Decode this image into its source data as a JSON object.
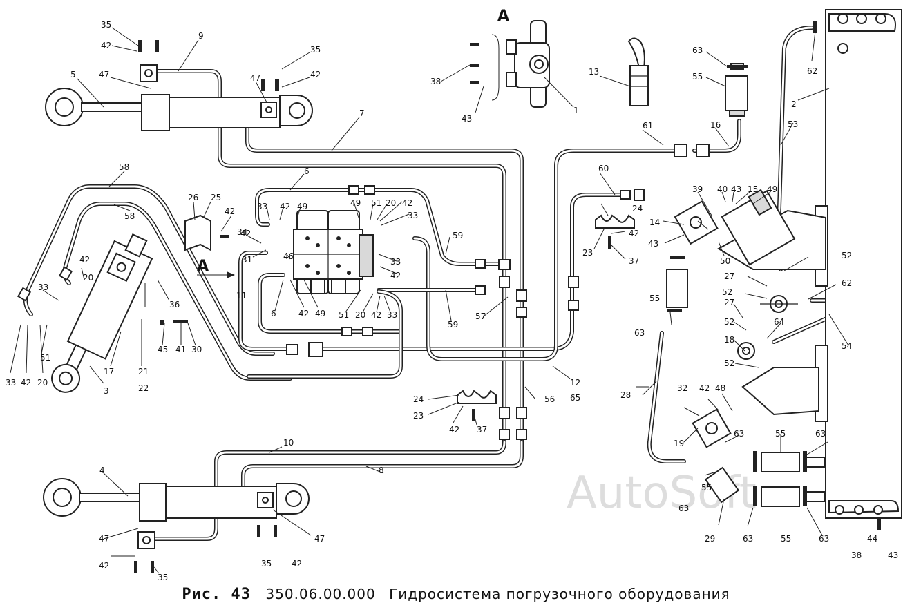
{
  "caption": {
    "figure_label": "Рис. 43",
    "drawing_number": "350.06.00.000",
    "title": "Гидросистема погрузочного оборудования"
  },
  "watermark": "AutoSoft",
  "view_markers": [
    {
      "id": "view-a-top",
      "text": "A"
    },
    {
      "id": "view-a-left",
      "text": "A"
    }
  ],
  "callouts": [
    {
      "id": "c-35a",
      "text": "35"
    },
    {
      "id": "c-42a",
      "text": "42"
    },
    {
      "id": "c-9",
      "text": "9"
    },
    {
      "id": "c-5",
      "text": "5"
    },
    {
      "id": "c-47a",
      "text": "47"
    },
    {
      "id": "c-47b",
      "text": "47"
    },
    {
      "id": "c-35b",
      "text": "35"
    },
    {
      "id": "c-42b",
      "text": "42"
    },
    {
      "id": "c-7",
      "text": "7"
    },
    {
      "id": "c-38a",
      "text": "38"
    },
    {
      "id": "c-43a",
      "text": "43"
    },
    {
      "id": "c-1",
      "text": "1"
    },
    {
      "id": "c-13",
      "text": "13"
    },
    {
      "id": "c-63a",
      "text": "63"
    },
    {
      "id": "c-55a",
      "text": "55"
    },
    {
      "id": "c-62a",
      "text": "62"
    },
    {
      "id": "c-2",
      "text": "2"
    },
    {
      "id": "c-16",
      "text": "16"
    },
    {
      "id": "c-61",
      "text": "61"
    },
    {
      "id": "c-53",
      "text": "53"
    },
    {
      "id": "c-58a",
      "text": "58"
    },
    {
      "id": "c-58b",
      "text": "58"
    },
    {
      "id": "c-6a",
      "text": "6"
    },
    {
      "id": "c-26",
      "text": "26"
    },
    {
      "id": "c-25",
      "text": "25"
    },
    {
      "id": "c-42c",
      "text": "42"
    },
    {
      "id": "c-34",
      "text": "34"
    },
    {
      "id": "c-33a",
      "text": "33"
    },
    {
      "id": "c-42d",
      "text": "42"
    },
    {
      "id": "c-49a",
      "text": "49"
    },
    {
      "id": "c-49b",
      "text": "49"
    },
    {
      "id": "c-51a",
      "text": "51"
    },
    {
      "id": "c-20a",
      "text": "20"
    },
    {
      "id": "c-42e",
      "text": "42"
    },
    {
      "id": "c-33b",
      "text": "33"
    },
    {
      "id": "c-60",
      "text": "60"
    },
    {
      "id": "c-39",
      "text": "39"
    },
    {
      "id": "c-40",
      "text": "40"
    },
    {
      "id": "c-43b",
      "text": "43"
    },
    {
      "id": "c-15",
      "text": "15"
    },
    {
      "id": "c-49c",
      "text": "49"
    },
    {
      "id": "c-49d",
      "text": "49"
    },
    {
      "id": "c-42f",
      "text": "42"
    },
    {
      "id": "c-31",
      "text": "31"
    },
    {
      "id": "c-46",
      "text": "46"
    },
    {
      "id": "c-59a",
      "text": "59"
    },
    {
      "id": "c-33c",
      "text": "33"
    },
    {
      "id": "c-42g",
      "text": "42"
    },
    {
      "id": "c-24a",
      "text": "24"
    },
    {
      "id": "c-42h",
      "text": "42"
    },
    {
      "id": "c-14",
      "text": "14"
    },
    {
      "id": "c-43c",
      "text": "43"
    },
    {
      "id": "c-50",
      "text": "50"
    },
    {
      "id": "c-23a",
      "text": "23"
    },
    {
      "id": "c-37a",
      "text": "37"
    },
    {
      "id": "c-52a",
      "text": "52"
    },
    {
      "id": "c-11",
      "text": "11"
    },
    {
      "id": "c-27a",
      "text": "27"
    },
    {
      "id": "c-52b",
      "text": "52"
    },
    {
      "id": "c-62b",
      "text": "62"
    },
    {
      "id": "c-42i",
      "text": "42"
    },
    {
      "id": "c-33d",
      "text": "33"
    },
    {
      "id": "c-20b",
      "text": "20"
    },
    {
      "id": "c-36",
      "text": "36"
    },
    {
      "id": "c-6b",
      "text": "6"
    },
    {
      "id": "c-42j",
      "text": "42"
    },
    {
      "id": "c-49e",
      "text": "49"
    },
    {
      "id": "c-51b",
      "text": "51"
    },
    {
      "id": "c-20c",
      "text": "20"
    },
    {
      "id": "c-42k",
      "text": "42"
    },
    {
      "id": "c-33e",
      "text": "33"
    },
    {
      "id": "c-59b",
      "text": "59"
    },
    {
      "id": "c-57",
      "text": "57"
    },
    {
      "id": "c-55b",
      "text": "55"
    },
    {
      "id": "c-27b",
      "text": "27"
    },
    {
      "id": "c-64",
      "text": "64"
    },
    {
      "id": "c-63b",
      "text": "63"
    },
    {
      "id": "c-52c",
      "text": "52"
    },
    {
      "id": "c-62c",
      "text": "62"
    },
    {
      "id": "c-54",
      "text": "54"
    },
    {
      "id": "c-18",
      "text": "18"
    },
    {
      "id": "c-52d",
      "text": "52"
    },
    {
      "id": "c-45",
      "text": "45"
    },
    {
      "id": "c-41",
      "text": "41"
    },
    {
      "id": "c-30",
      "text": "30"
    },
    {
      "id": "c-33f",
      "text": "33"
    },
    {
      "id": "c-42l",
      "text": "42"
    },
    {
      "id": "c-20d",
      "text": "20"
    },
    {
      "id": "c-51c",
      "text": "51"
    },
    {
      "id": "c-17",
      "text": "17"
    },
    {
      "id": "c-21",
      "text": "21"
    },
    {
      "id": "c-22",
      "text": "22"
    },
    {
      "id": "c-3",
      "text": "3"
    },
    {
      "id": "c-12",
      "text": "12"
    },
    {
      "id": "c-65",
      "text": "65"
    },
    {
      "id": "c-28",
      "text": "28"
    },
    {
      "id": "c-32",
      "text": "32"
    },
    {
      "id": "c-42m",
      "text": "42"
    },
    {
      "id": "c-48",
      "text": "48"
    },
    {
      "id": "c-19",
      "text": "19"
    },
    {
      "id": "c-24b",
      "text": "24"
    },
    {
      "id": "c-23b",
      "text": "23"
    },
    {
      "id": "c-56",
      "text": "56"
    },
    {
      "id": "c-42n",
      "text": "42"
    },
    {
      "id": "c-37b",
      "text": "37"
    },
    {
      "id": "c-10",
      "text": "10"
    },
    {
      "id": "c-63c",
      "text": "63"
    },
    {
      "id": "c-55c",
      "text": "55"
    },
    {
      "id": "c-63d",
      "text": "63"
    },
    {
      "id": "c-4",
      "text": "4"
    },
    {
      "id": "c-8",
      "text": "8"
    },
    {
      "id": "c-55d",
      "text": "55"
    },
    {
      "id": "c-63e",
      "text": "63"
    },
    {
      "id": "c-47c",
      "text": "47"
    },
    {
      "id": "c-47d",
      "text": "47"
    },
    {
      "id": "c-35c",
      "text": "35"
    },
    {
      "id": "c-42o",
      "text": "42"
    },
    {
      "id": "c-42p",
      "text": "42"
    },
    {
      "id": "c-35d",
      "text": "35"
    },
    {
      "id": "c-29",
      "text": "29"
    },
    {
      "id": "c-63f",
      "text": "63"
    },
    {
      "id": "c-55e",
      "text": "55"
    },
    {
      "id": "c-63g",
      "text": "63"
    },
    {
      "id": "c-44",
      "text": "44"
    },
    {
      "id": "c-38b",
      "text": "38"
    },
    {
      "id": "c-43d",
      "text": "43"
    }
  ]
}
